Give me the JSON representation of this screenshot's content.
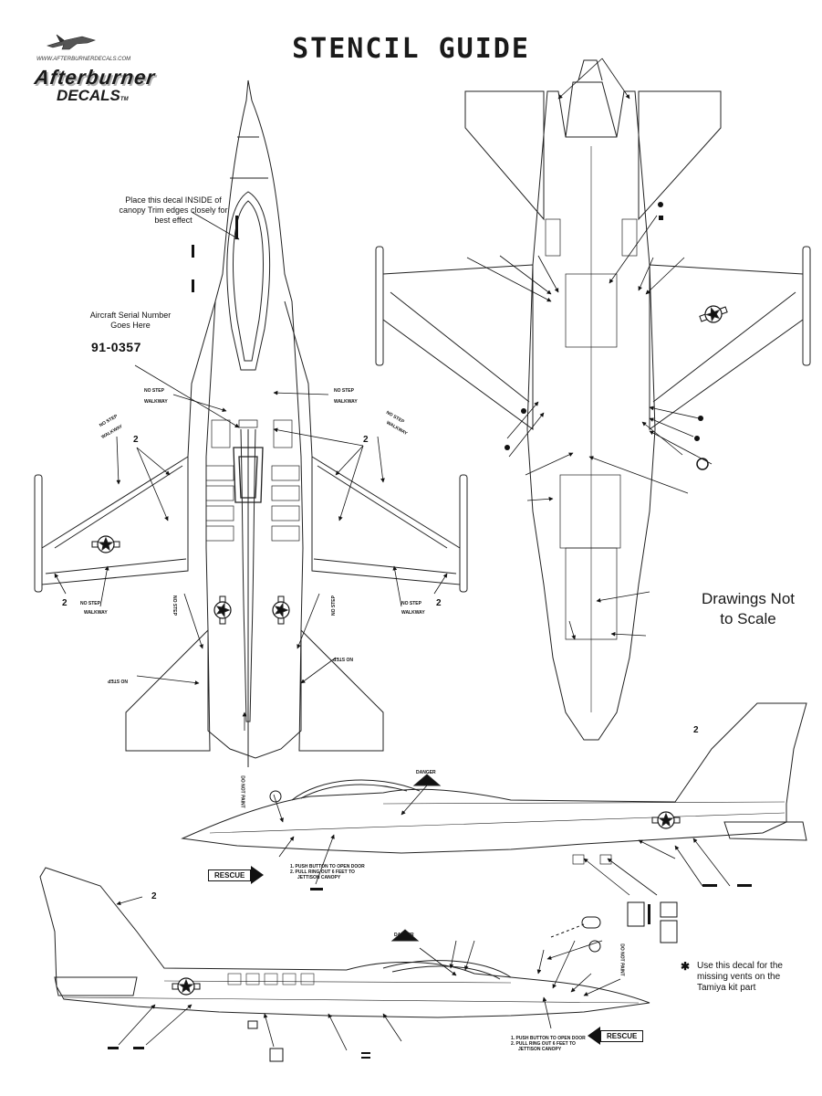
{
  "title": "STENCIL GUIDE",
  "logo": {
    "url": "WWW.AFTERBURNERDECALS.COM",
    "brand": "Afterburner",
    "sub": "DECALS",
    "tm": "TM"
  },
  "notes": {
    "canopy": "Place this decal INSIDE of canopy Trim edges closely for best effect",
    "serial_heading": "Aircraft Serial Number Goes Here",
    "serial_number": "91-0357",
    "not_to_scale": "Drawings Not to Scale",
    "tamiya": "Use this decal for the missing vents on the Tamiya kit part",
    "tamiya_marker": "✱"
  },
  "labels": {
    "no_step": "NO STEP",
    "walkway": "WALKWAY",
    "count_2": "2",
    "rescue": "RESCUE",
    "push_1": "1. PUSH BUTTON TO OPEN DOOR",
    "push_2": "2. PULL RING OUT 6 FEET TO",
    "push_3": "JETTISON CANOPY",
    "do_not_paint": "DO NOT PAINT",
    "danger": "DANGER"
  },
  "colors": {
    "ink": "#1a1a1a",
    "paper": "#ffffff",
    "shadow": "#b0b0b0"
  }
}
